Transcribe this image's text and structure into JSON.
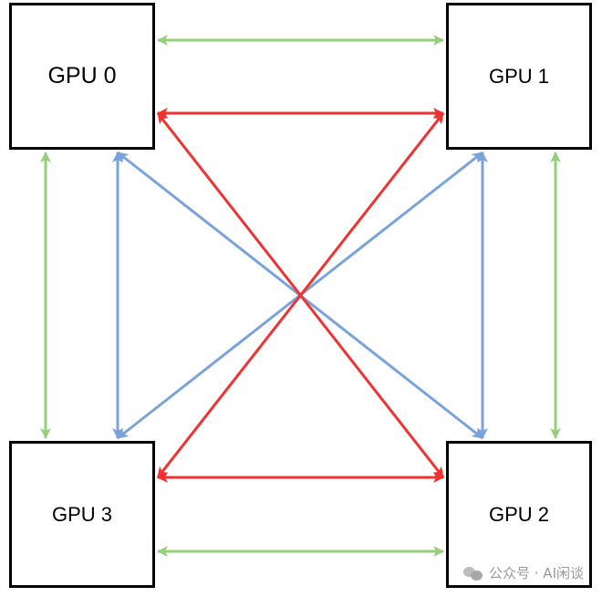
{
  "nodes": {
    "gpu0": "GPU 0",
    "gpu1": "GPU 1",
    "gpu2": "GPU 2",
    "gpu3": "GPU 3"
  },
  "link_colors": {
    "green": "#94d07a",
    "red": "#f03232",
    "blue": "#7aa3dc"
  },
  "links": [
    {
      "from": "GPU 0",
      "to": "GPU 1",
      "color": "green"
    },
    {
      "from": "GPU 0",
      "to": "GPU 1",
      "color": "red"
    },
    {
      "from": "GPU 3",
      "to": "GPU 2",
      "color": "red"
    },
    {
      "from": "GPU 3",
      "to": "GPU 2",
      "color": "green"
    },
    {
      "from": "GPU 0",
      "to": "GPU 3",
      "color": "green"
    },
    {
      "from": "GPU 0",
      "to": "GPU 3",
      "color": "blue"
    },
    {
      "from": "GPU 1",
      "to": "GPU 2",
      "color": "blue"
    },
    {
      "from": "GPU 1",
      "to": "GPU 2",
      "color": "green"
    },
    {
      "from": "GPU 0",
      "to": "GPU 2",
      "color": "blue"
    },
    {
      "from": "GPU 0",
      "to": "GPU 2",
      "color": "red"
    },
    {
      "from": "GPU 1",
      "to": "GPU 3",
      "color": "blue"
    },
    {
      "from": "GPU 1",
      "to": "GPU 3",
      "color": "red"
    }
  ],
  "watermark": {
    "icon": "wechat-icon",
    "text": "公众号 · AI闲谈"
  }
}
